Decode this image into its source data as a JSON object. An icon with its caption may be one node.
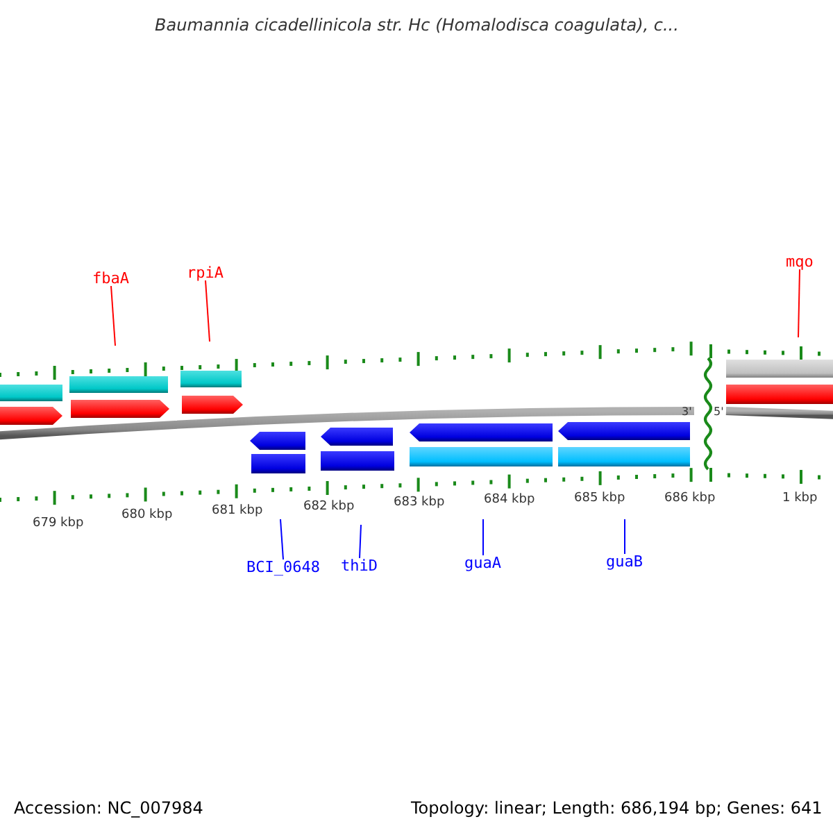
{
  "diagram": {
    "title": "Baumannia cicadellinicola str. Hc (Homalodisca coagulata), c...",
    "nodes": [
      {
        "text": [
          "fbaA"
        ]
      },
      {
        "text": [
          "rpiA"
        ]
      },
      {
        "text": [
          "mqo"
        ]
      },
      {
        "text": [
          "BCI_0648"
        ]
      },
      {
        "text": [
          "thiD"
        ]
      },
      {
        "text": [
          "guaA"
        ]
      },
      {
        "text": [
          "guaB"
        ]
      }
    ],
    "edges": [
      {
        "from": 0,
        "to": null,
        "arrow": "none",
        "color": "#ff0000"
      },
      {
        "from": 1,
        "to": null,
        "arrow": "none",
        "color": "#ff0000"
      },
      {
        "from": 2,
        "to": null,
        "arrow": "none",
        "color": "#ff0000"
      },
      {
        "from": 3,
        "to": null,
        "arrow": "none"
      },
      {
        "from": 4,
        "to": null,
        "arrow": "none"
      },
      {
        "from": 5,
        "to": null,
        "arrow": "none"
      },
      {
        "from": 6,
        "to": null,
        "arrow": "none"
      }
    ],
    "labels": [
      "3'",
      "5'",
      "679 kbp",
      "680 kbp",
      "681 kbp",
      "682 kbp",
      "683 kbp",
      "684 kbp",
      "685 kbp",
      "686 kbp",
      "1 kbp",
      "Accession: NC_007984",
      "Topology: linear; Length: 686,194 bp; Genes: 641"
    ]
  }
}
